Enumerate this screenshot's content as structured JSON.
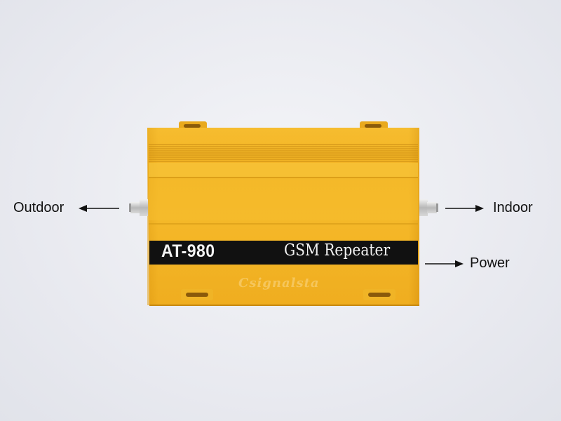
{
  "callouts": {
    "outdoor": "Outdoor",
    "indoor": "Indoor",
    "power": "Power"
  },
  "device": {
    "model": "AT-980",
    "product": "GSM Repeater",
    "watermark": "Csignalsta",
    "body_color": "#f2b21e",
    "label_color": "#111111"
  }
}
